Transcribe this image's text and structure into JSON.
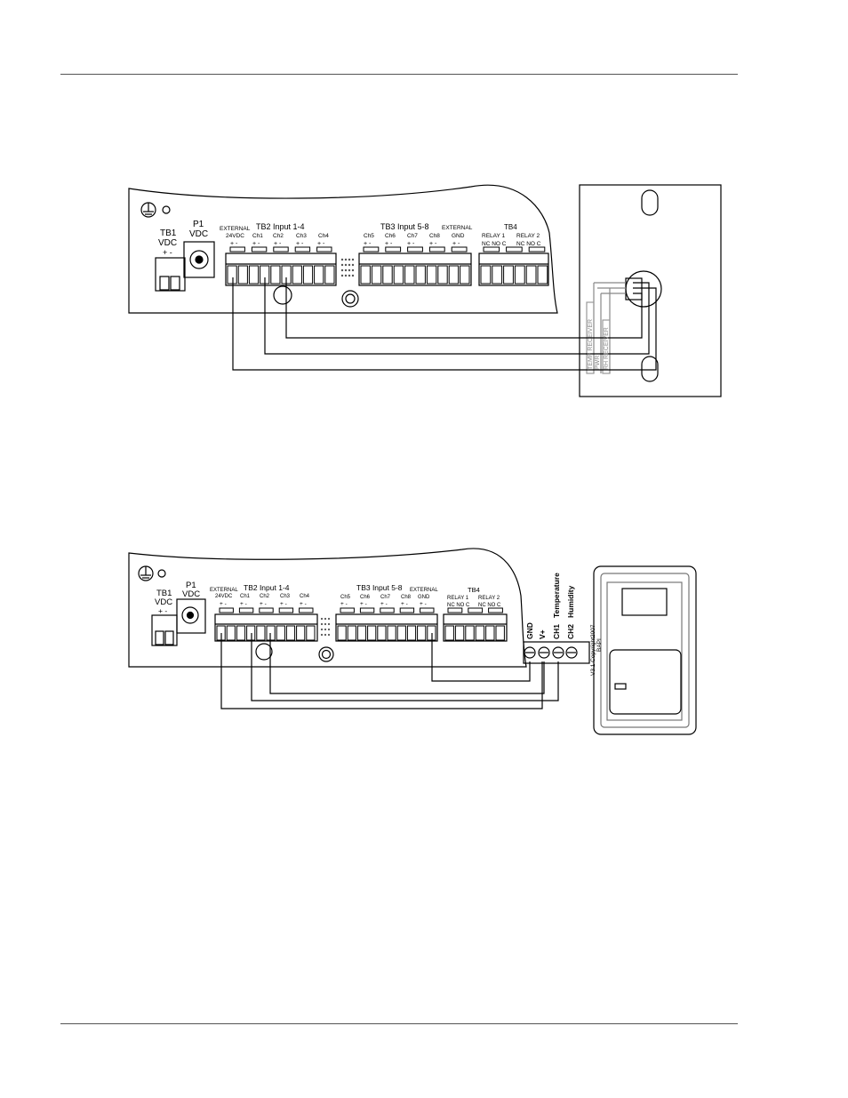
{
  "diagram1": {
    "tb1": "TB1",
    "tb1_sub": "VDC",
    "tb1_pol": "+ -",
    "p1": "P1",
    "p1_sub": "VDC",
    "external": "EXTERNAL",
    "v24": "24VDC",
    "tb2": "TB2 Input 1-4",
    "ch1": "Ch1",
    "ch2": "Ch2",
    "ch3": "Ch3",
    "ch4": "Ch4",
    "tb3": "TB3 Input 5-8",
    "ch5": "Ch5",
    "ch6": "Ch6",
    "ch7": "Ch7",
    "ch8": "Ch8",
    "ext_gnd_top": "EXTERNAL",
    "ext_gnd": "GND",
    "tb4": "TB4",
    "relay1": "RELAY 1",
    "relay2": "RELAY 2",
    "ncnoc1": "NC NO C",
    "ncnoc2": "NC NO C",
    "pm": "+ -",
    "sensor_labels": [
      "TEMP RECEIVER",
      "PWR",
      "RH RECEIVER"
    ]
  },
  "diagram2": {
    "tb1": "TB1",
    "tb1_sub": "VDC",
    "tb1_pol": "+ -",
    "p1": "P1",
    "p1_sub": "VDC",
    "external": "EXTERNAL",
    "v24": "24VDC",
    "tb2": "TB2 Input 1-4",
    "ch1": "Ch1",
    "ch2": "Ch2",
    "ch3": "Ch3",
    "ch4": "Ch4",
    "tb3": "TB3 Input 5-8",
    "ch5": "Ch5",
    "ch6": "Ch6",
    "ch7": "Ch7",
    "ch8": "Ch8",
    "ext_gnd_top": "EXTERNAL",
    "ext_gnd": "GND",
    "tb4": "TB4",
    "relay1": "RELAY 1",
    "relay2": "RELAY 2",
    "ncnoc1": "NC NO C",
    "ncnoc2": "NC NO C",
    "pm": "+ -",
    "terminals": [
      "GND",
      "V+",
      "CH1",
      "CH2"
    ],
    "terminal_funcs": [
      "Temperature",
      "Humidity"
    ],
    "copyright": "V3.1 Copyright2007",
    "brand": "BAPI"
  }
}
